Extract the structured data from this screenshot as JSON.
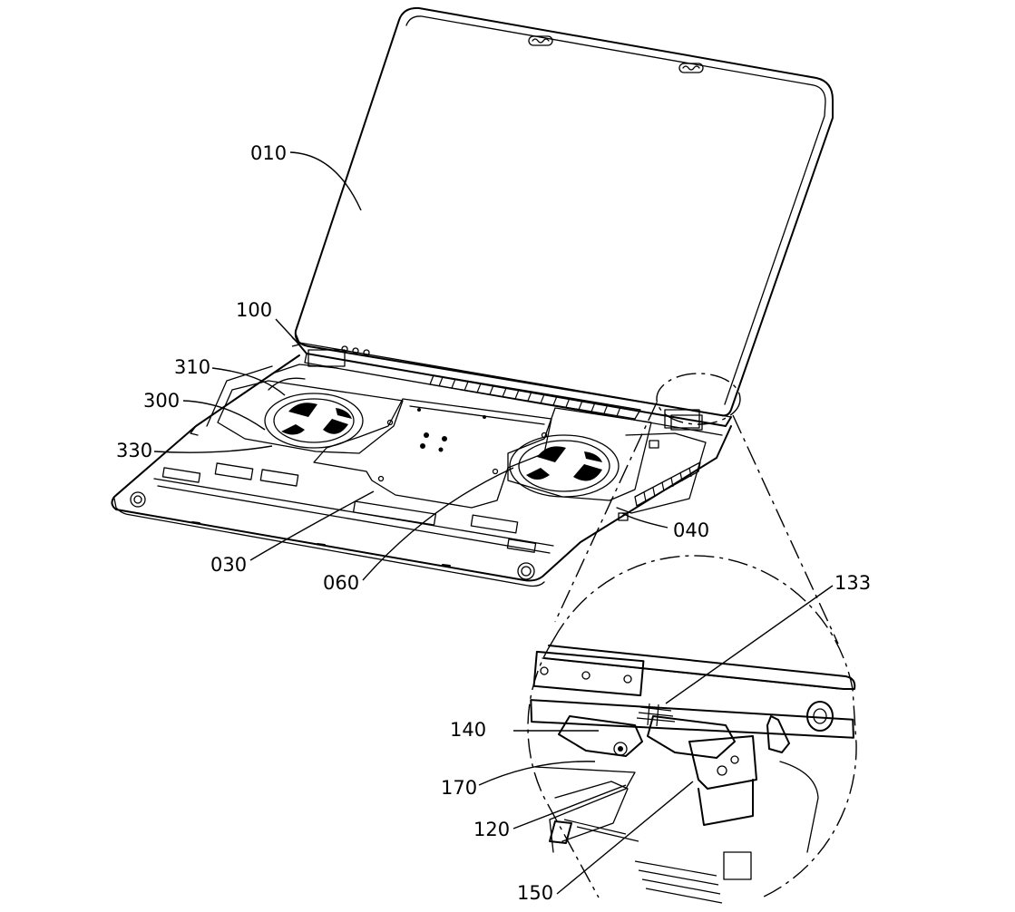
{
  "figure": {
    "reference_labels": {
      "display_panel": "010",
      "hinge_assembly": "100",
      "fan_cover": "310",
      "fan": "300",
      "fan_outlet": "330",
      "board_shield": "030",
      "heat_pipe": "060",
      "vent": "040",
      "detail_133": "133",
      "detail_140": "140",
      "detail_170": "170",
      "detail_120": "120",
      "detail_150": "150"
    }
  }
}
